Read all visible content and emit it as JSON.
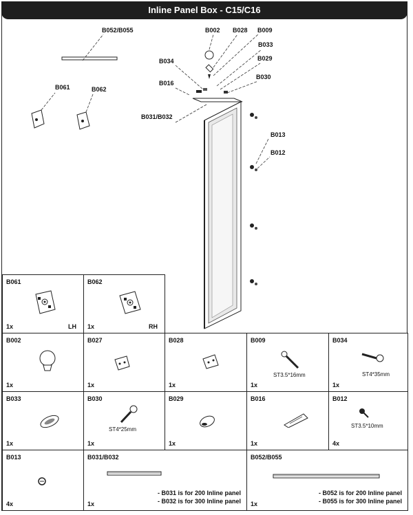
{
  "title": "Inline Panel Box - C15/C16",
  "diagram_labels": {
    "b052_055": "B052/B055",
    "b002": "B002",
    "b028": "B028",
    "b009": "B009",
    "b033": "B033",
    "b029": "B029",
    "b034": "B034",
    "b030": "B030",
    "b016": "B016",
    "b061": "B061",
    "b062": "B062",
    "b031_032": "B031/B032",
    "b013": "B013",
    "b012": "B012"
  },
  "parts": {
    "b061": {
      "code": "B061",
      "qty": "1x",
      "side": "LH"
    },
    "b062": {
      "code": "B062",
      "qty": "1x",
      "side": "RH"
    },
    "b002": {
      "code": "B002",
      "qty": "1x"
    },
    "b027": {
      "code": "B027",
      "qty": "1x"
    },
    "b028": {
      "code": "B028",
      "qty": "1x"
    },
    "b009": {
      "code": "B009",
      "qty": "1x",
      "spec": "ST3.5*16mm"
    },
    "b034": {
      "code": "B034",
      "qty": "1x",
      "spec": "ST4*35mm"
    },
    "b033": {
      "code": "B033",
      "qty": "1x"
    },
    "b030": {
      "code": "B030",
      "qty": "1x",
      "spec": "ST4*25mm"
    },
    "b029": {
      "code": "B029",
      "qty": "1x"
    },
    "b016": {
      "code": "B016",
      "qty": "1x"
    },
    "b012": {
      "code": "B012",
      "qty": "4x",
      "spec": "ST3.5*10mm"
    },
    "b013": {
      "code": "B013",
      "qty": "4x"
    },
    "b031_032": {
      "code": "B031/B032",
      "qty": "1x",
      "note1": "- B031 is for 200 Inline panel",
      "note2": "- B032 is for 300 Inline panel"
    },
    "b052_055": {
      "code": "B052/B055",
      "qty": "1x",
      "note1": "- B052 is for 200 Inline panel",
      "note2": "- B055 is for 300 Inline panel"
    }
  }
}
